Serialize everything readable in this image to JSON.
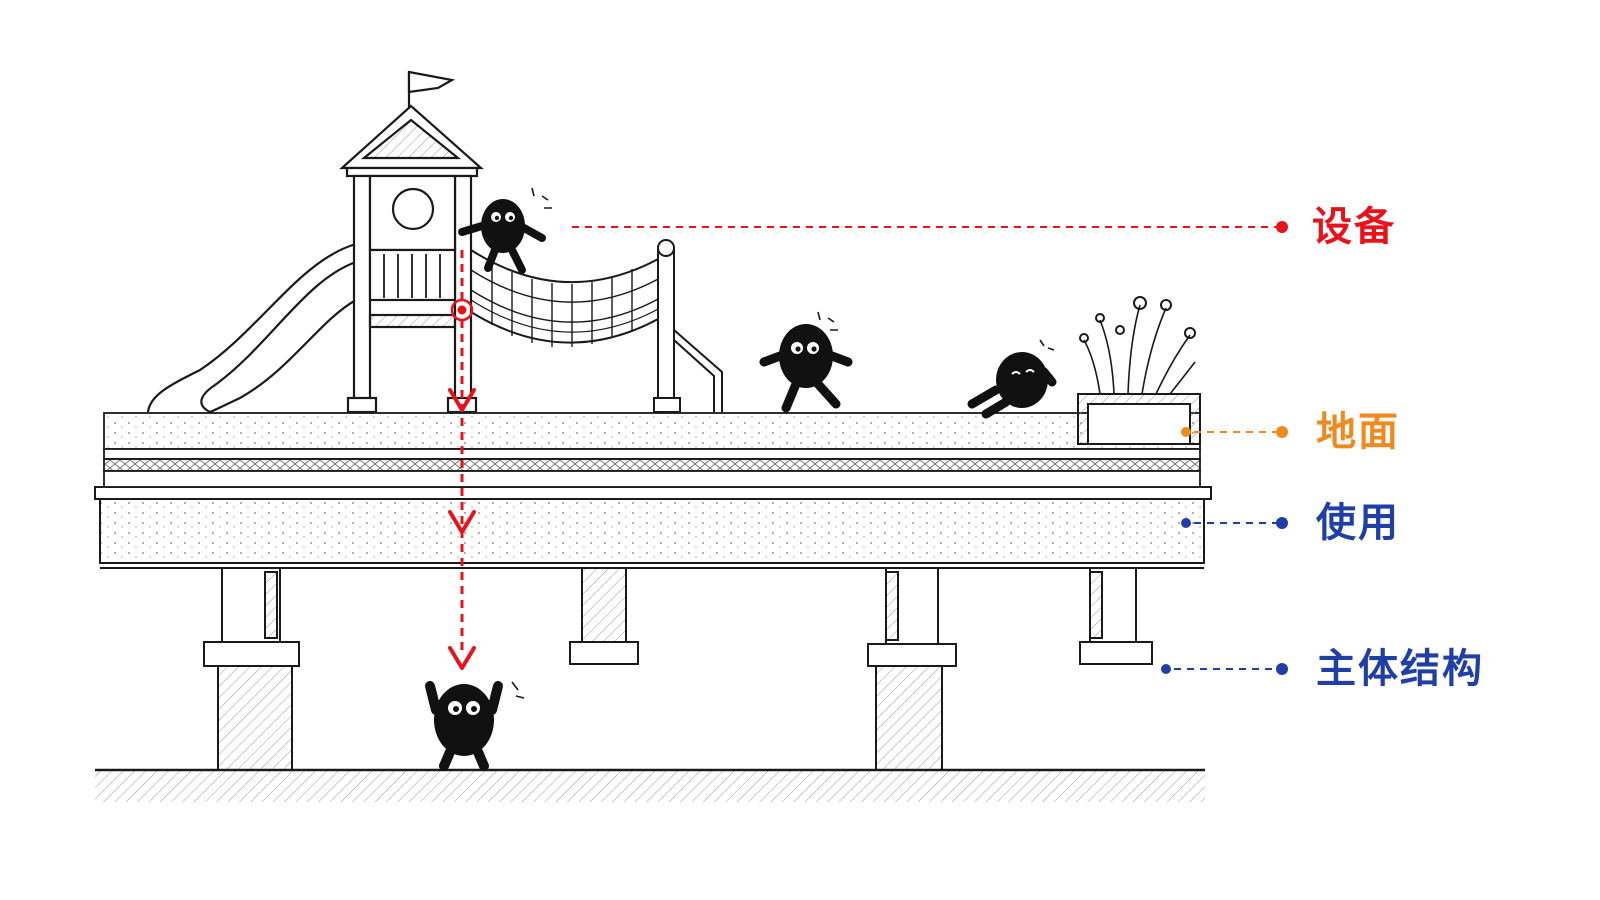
{
  "labels": {
    "equipment": "设备",
    "ground": "地面",
    "usage": "使用",
    "main_structure": "主体结构"
  },
  "colors": {
    "equipment": "#e8131a",
    "ground": "#f08a1e",
    "usage": "#1f3fa6",
    "main_structure": "#1f3fa6",
    "line_art": "#1a1a1a",
    "fall_arrow": "#e8131a"
  },
  "icons": {
    "play_structure": "playground-tower-icon",
    "slide": "slide-icon",
    "rope_bridge": "rope-bridge-icon",
    "planter": "planter-icon",
    "figures": "blob-character-icon",
    "fall_arrow": "downward-arrow-icon"
  }
}
